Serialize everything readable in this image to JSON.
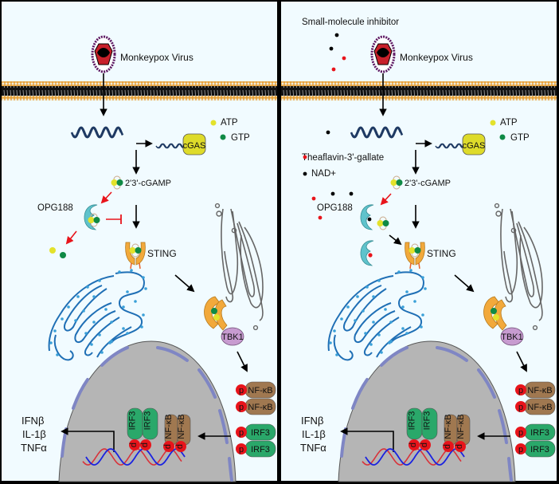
{
  "colors": {
    "background": "#f1fbff",
    "border": "#000000",
    "membrane_head": "#e8a33a",
    "membrane_tail": "#111111",
    "dna": "#1f3a63",
    "cgas": "#dedb2a",
    "atp": "#e3e22b",
    "gtp": "#0f8a45",
    "opg188": "#5fc3cc",
    "sting": "#f2a93b",
    "er": "#1f6fb5",
    "er_dots": "#3aa0d8",
    "golgi": "#666666",
    "tbk1": "#c79bd0",
    "nucleus": "#b5b5b5",
    "nuclear_pore": "#7f86c4",
    "nfkb": "#a07850",
    "irf3": "#2aa86a",
    "phospho": "#e8141b",
    "inhibit_arrow": "#e8141b",
    "theaflavin": "#e8141b",
    "nad": "#000000"
  },
  "panels": [
    {
      "id": "left",
      "virus_label": "Monkeypox Virus",
      "cgas_label": "cGAS",
      "atp_label": "ATP",
      "gtp_label": "GTP",
      "cgamp_label": "2'3'-cGAMP",
      "opg188_label": "OPG188",
      "sting_label": "STING",
      "tbk1_label": "TBK1",
      "nfkb_label": "NF-κB",
      "irf3_label": "IRF3",
      "p_label": "p",
      "genes": [
        "IFNβ",
        "IL-1β",
        "TNFα"
      ]
    },
    {
      "id": "right",
      "inhibitor_label": "Small-molecule inhibitor",
      "virus_label": "Monkeypox Virus",
      "cgas_label": "cGAS",
      "atp_label": "ATP",
      "gtp_label": "GTP",
      "theaflavin_label": "Theaflavin-3'-gallate",
      "nad_label": "NAD+",
      "cgamp_label": "2'3'-cGAMP",
      "opg188_label": "OPG188",
      "sting_label": "STING",
      "tbk1_label": "TBK1",
      "nfkb_label": "NF-κB",
      "irf3_label": "IRF3",
      "p_label": "p",
      "genes": [
        "IFNβ",
        "IL-1β",
        "TNFα"
      ]
    }
  ]
}
